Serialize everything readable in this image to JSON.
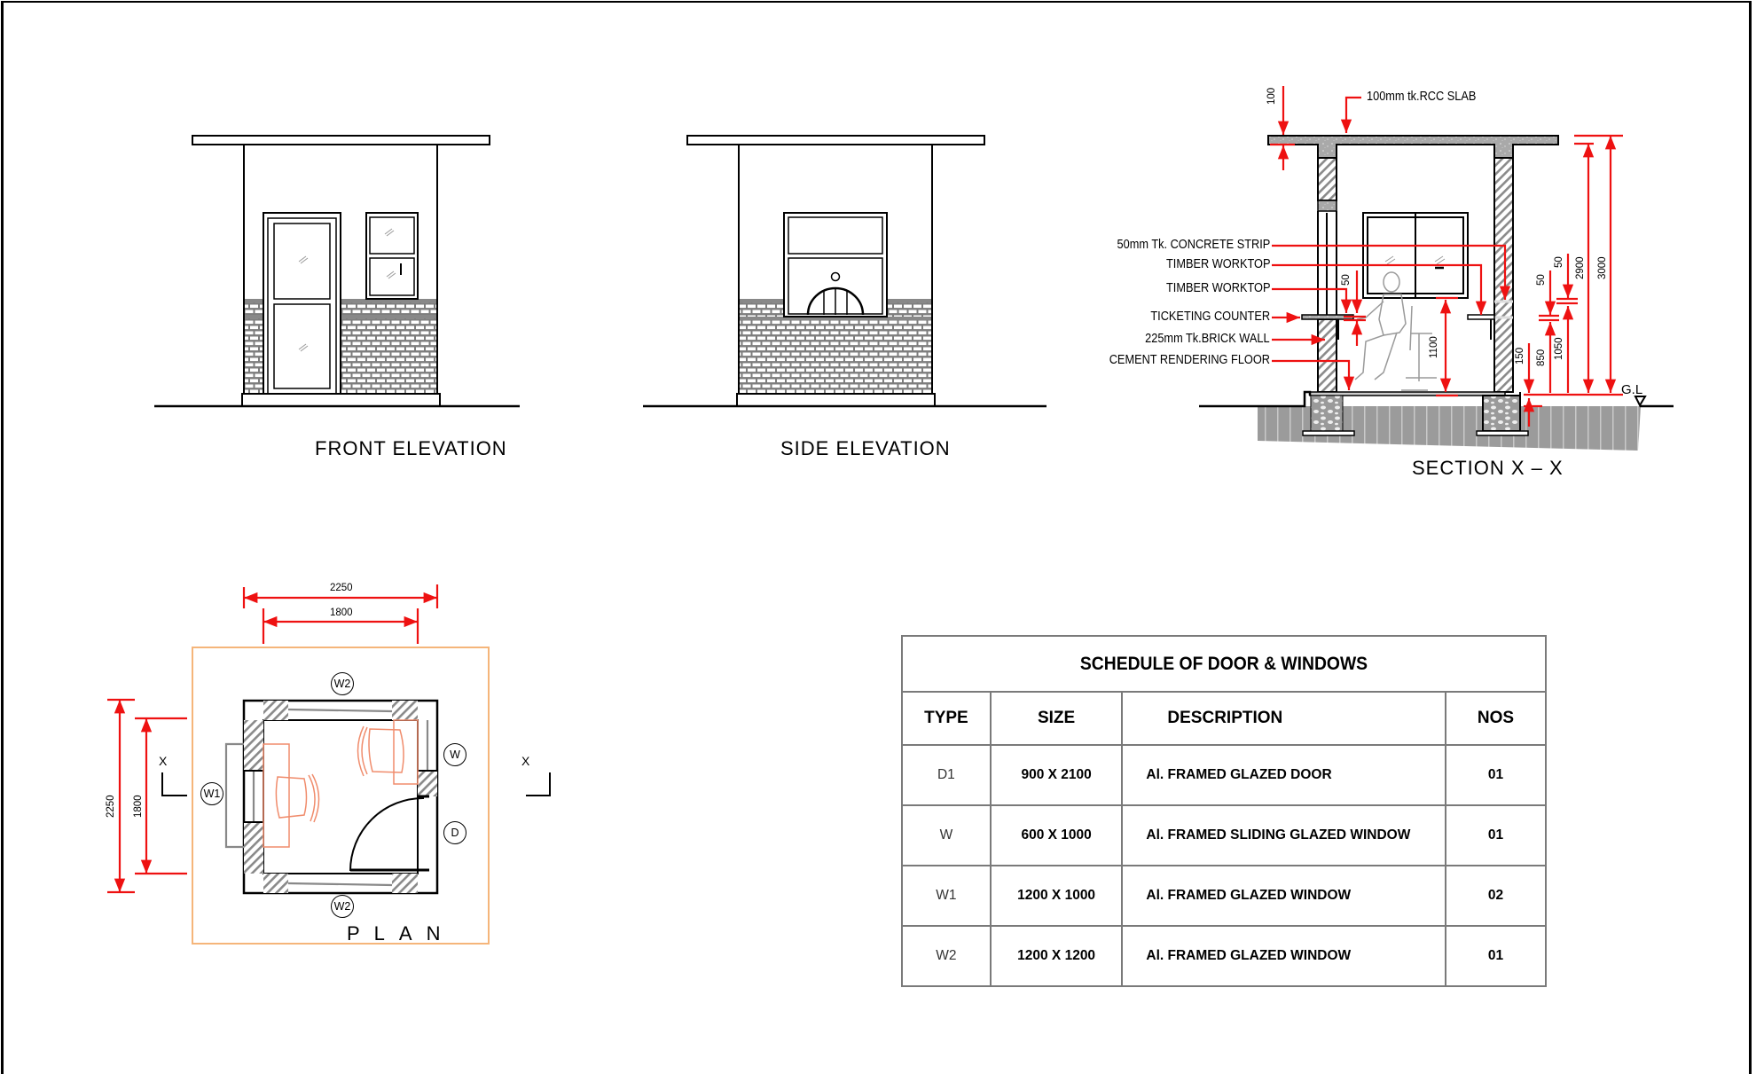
{
  "views": {
    "front_elevation": {
      "label": "FRONT ELEVATION"
    },
    "side_elevation": {
      "label": "SIDE ELEVATION"
    },
    "section": {
      "label": "SECTION  X  –  X",
      "slab_callout": "100mm tk.RCC SLAB",
      "callouts": [
        "50mm Tk. CONCRETE STRIP",
        "TIMBER WORKTOP",
        "TIMBER WORKTOP",
        "TICKETING COUNTER",
        "225mm Tk.BRICK WALL",
        "CEMENT RENDERING FLOOR"
      ],
      "dimensions": {
        "slab": "100",
        "worktop_left": "50",
        "window_sill": "1100",
        "plinth": "150",
        "counter": "850",
        "counter_thk": "50",
        "strip": "1050",
        "strip_thk": "50",
        "clear_height": "2900",
        "total_height": "3000"
      },
      "ground_level": "G.L"
    },
    "plan": {
      "label": "PLAN",
      "dimensions": {
        "outer_width": "2250",
        "inner_width": "1800",
        "outer_depth": "2250",
        "inner_depth": "1800"
      },
      "tags": {
        "top": "W2",
        "bottom": "W2",
        "left": "W1",
        "right_window": "W",
        "right_door": "D"
      },
      "section_marker": "X"
    }
  },
  "schedule": {
    "title": "SCHEDULE OF DOOR & WINDOWS",
    "headers": {
      "type": "TYPE",
      "size": "SIZE",
      "description": "DESCRIPTION",
      "nos": "NOS"
    },
    "rows": [
      {
        "type": "D1",
        "size": "900 X 2100",
        "description": "Al. FRAMED GLAZED DOOR",
        "nos": "01"
      },
      {
        "type": "W",
        "size": "600 X 1000",
        "description": "Al. FRAMED SLIDING GLAZED WINDOW",
        "nos": "01"
      },
      {
        "type": "W1",
        "size": "1200 X 1000",
        "description": "Al. FRAMED GLAZED WINDOW",
        "nos": "02"
      },
      {
        "type": "W2",
        "size": "1200 X 1200",
        "description": "Al. FRAMED GLAZED WINDOW",
        "nos": "01"
      }
    ]
  },
  "colors": {
    "dimension": "#ee1111",
    "furniture": "#f08c6c",
    "plan_boundary": "#f5b57a",
    "hatch": "#8a8a8a",
    "table_border": "#7a7a7a"
  }
}
